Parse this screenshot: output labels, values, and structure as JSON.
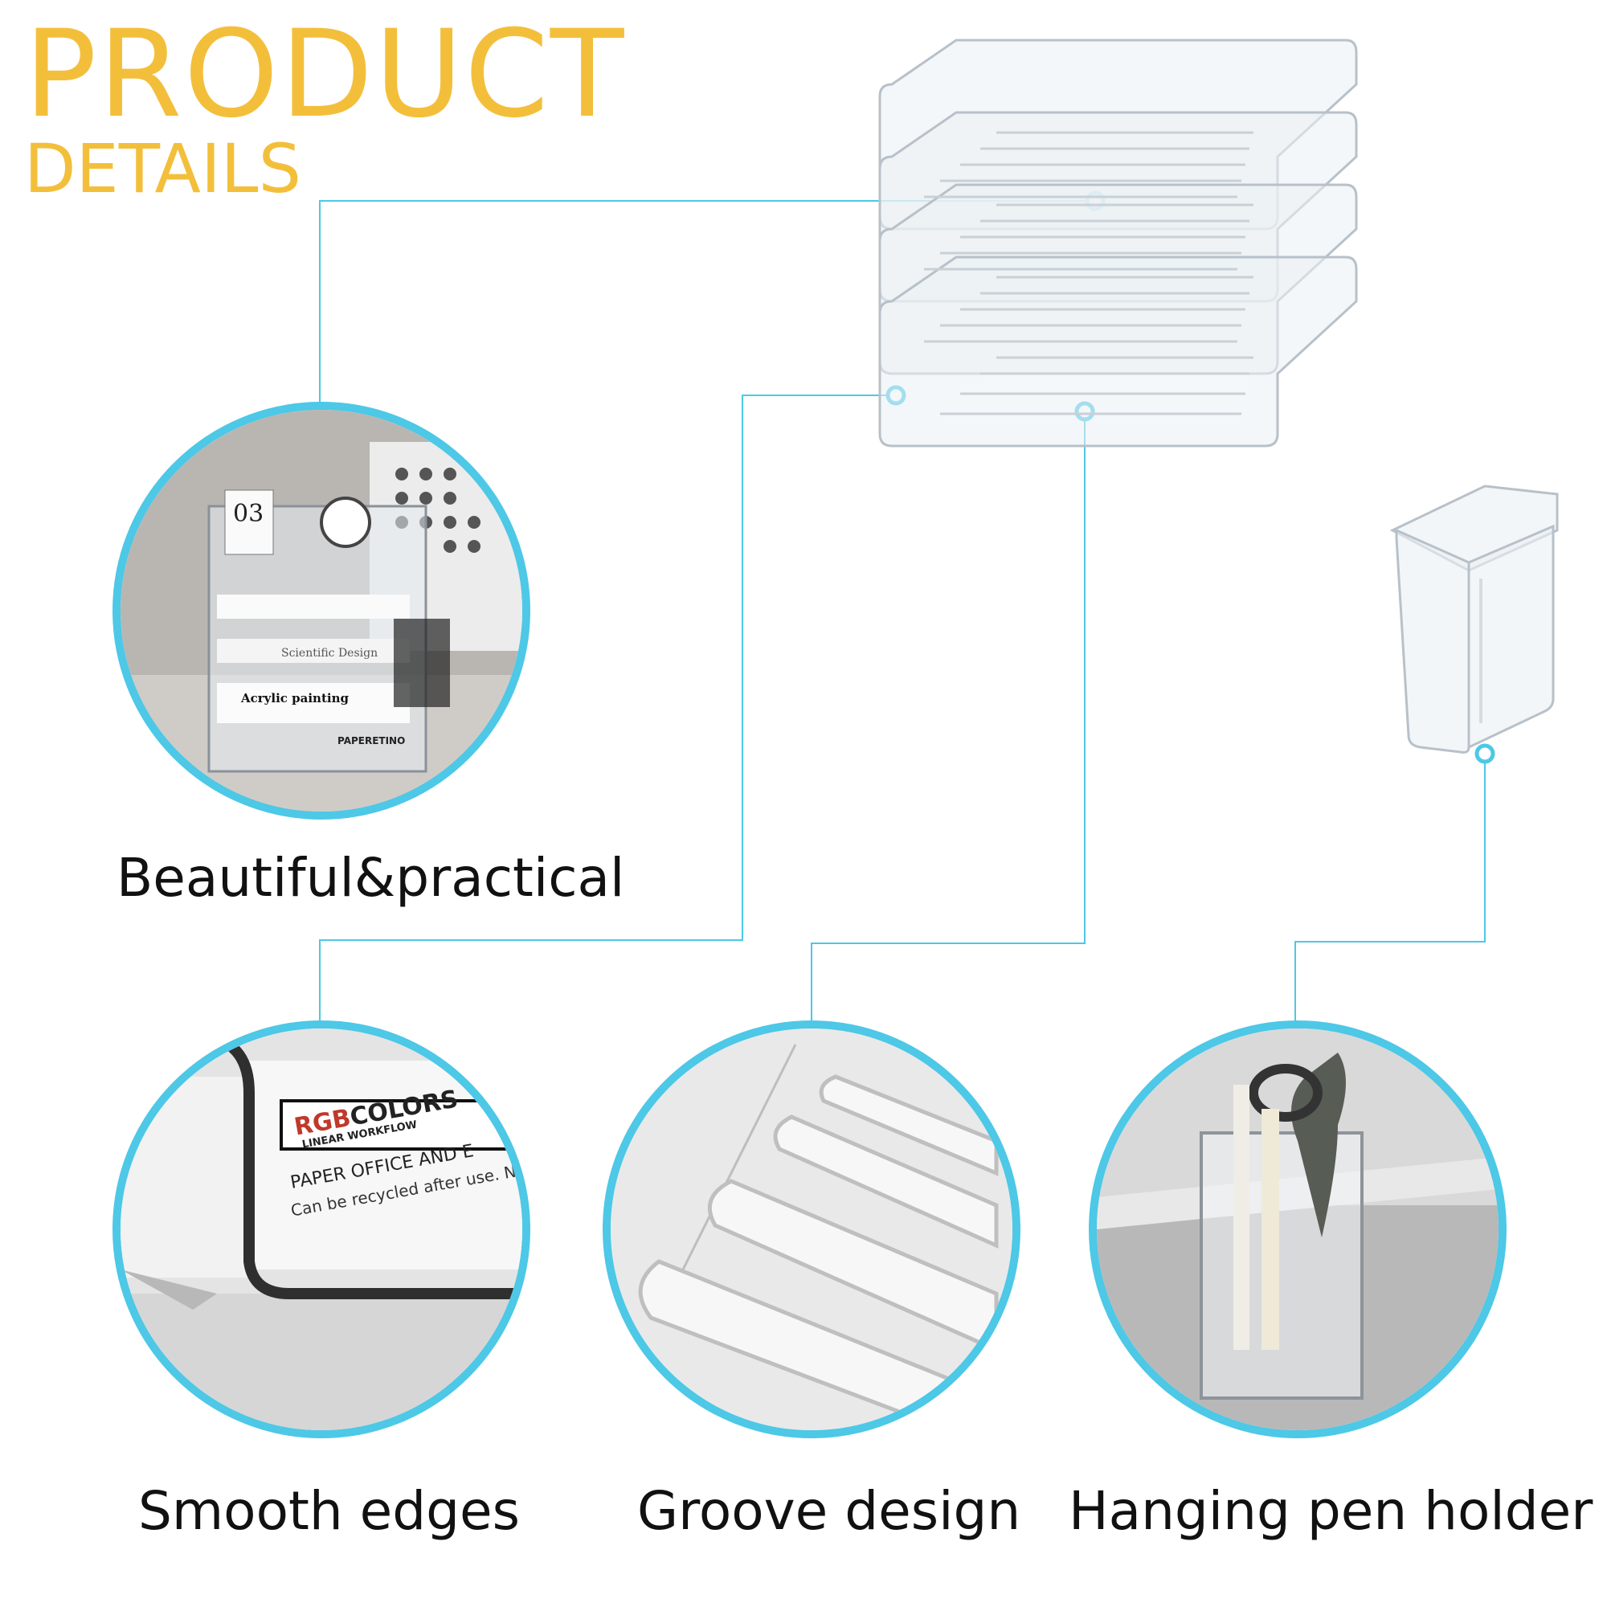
{
  "header": {
    "title_line1": "PRODUCT",
    "title_line2": "DETAILS"
  },
  "features": [
    {
      "caption": "Beautiful&practical"
    },
    {
      "caption": "Smooth edges"
    },
    {
      "caption": "Groove design"
    },
    {
      "caption": "Hanging pen holder"
    }
  ],
  "photo_text": {
    "calendar_day": "03",
    "book_spine_1": "Scientific Design",
    "book_spine_2": "Acrylic painting",
    "book_spine_3": "PAPERETINO",
    "label_brand_1": "RGB",
    "label_brand_2": "COLORS",
    "label_line_1": "LINEAR WORKFLOW",
    "label_line_2": "PAPER OFFICE AND E",
    "label_line_3": "Can be recycled after use. N"
  },
  "colors": {
    "accent": "#f3bf3b",
    "line": "#4dc8e6",
    "circle_border": "#4dc8e6"
  },
  "icons": [
    "tray-stack-illustration",
    "pen-holder-illustration"
  ]
}
